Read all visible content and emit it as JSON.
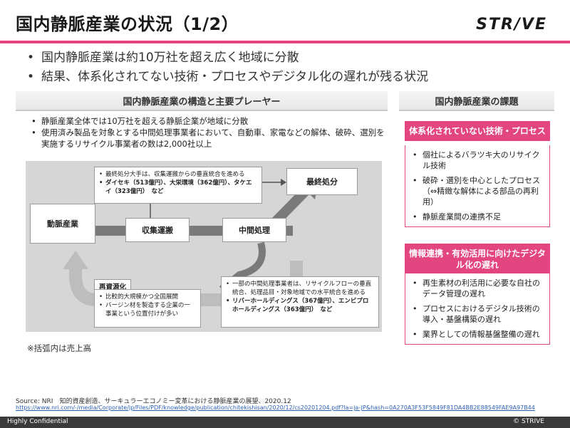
{
  "header": {
    "title": "国内静脈産業の状況（1/2）",
    "logo": "STR/VE"
  },
  "top_bullets": [
    "国内静脈産業は約10万社を超え広く地域に分散",
    "結果、体系化されてない技術・プロセスやデジタル化の遅れが残る状況"
  ],
  "left_section": {
    "heading": "国内静脈産業の構造と主要プレーヤー",
    "bullets": [
      "静脈産業全体では10万社を超える静脈企業が地域に分散",
      "使用済み製品を対象とする中間処理事業者において、自動車、家電などの解体、破砕、選別を実施するリサイクル事業者の数は2,000社以上"
    ],
    "diagram": {
      "box_jomyaku": "動脈産業",
      "box_shushu": "収集運搬",
      "box_chukan": "中間処理",
      "box_saishu": "最終処分",
      "tag_saishigenka": "再資源化",
      "note_top": [
        "最終処分大手は、収集運搬からの垂直統合を進める",
        "ダイセキ（513億円）、大栄環境（362億円）、タケエイ（323億円）　など"
      ],
      "note_left": [
        "比較的大規模かつ全国展開",
        "バージン材を製造する企業の一事業という位置付けが多い"
      ],
      "note_bottom": [
        "一部の中間処理事業者は、リサイクルフローの垂直統合、処理品目・対象地域での水平統合を進める",
        "リバーホールディングス（367億円）、エンビプロホールディングス（363億円）　など"
      ]
    },
    "footnote": "※括弧内は売上高"
  },
  "right_section": {
    "heading": "国内静脈産業の課題",
    "panels": [
      {
        "title": "体系化されていない技術・プロセス",
        "items": [
          "個社によるバラツキ大のリサイクル技術",
          "破砕・選別を中心としたプロセス（⇔精緻な解体による部品の再利用）",
          "静脈産業間の連携不足"
        ]
      },
      {
        "title": "情報連携・有効活用に向けたデジタル化の遅れ",
        "items": [
          "再生素材の利活用に必要な自社のデータ管理の遅れ",
          "プロセスにおけるデジタル技術の導入・基盤構築の遅れ",
          "業界としての情報基盤整備の遅れ"
        ]
      }
    ]
  },
  "source": {
    "text": "Source: NRI　知的資産創造、サーキュラーエコノミー変革における静脈産業の展望、2020.12",
    "url": "https://www.nri.com/-/media/Corporate/jp/Files/PDF/knowledge/publication/chitekishisan/2020/12/cs20201204.pdf?la=ja-JP&hash=0A270A3F53F5849F81DA4BB2E88549FAE9A97B44"
  },
  "footer": {
    "left": "Highly Confidential",
    "right": "© STRIVE"
  },
  "colors": {
    "accent": "#e2457f",
    "diagram_bg": "#d6d6d6",
    "arrow_dark": "#7a7a7a",
    "arrow_light": "#bdbdbd"
  }
}
